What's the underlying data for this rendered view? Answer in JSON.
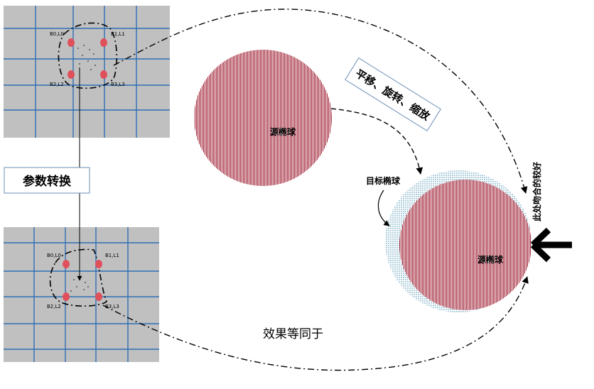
{
  "top_panel": {
    "points": [
      {
        "label": "B0,L0"
      },
      {
        "label": "B1,L1"
      },
      {
        "label": "B2,L2"
      },
      {
        "label": "B3,L3"
      }
    ]
  },
  "bottom_panel": {
    "points": [
      {
        "label": "B0,L0"
      },
      {
        "label": "B1,L1"
      },
      {
        "label": "B2,L2"
      },
      {
        "label": "B3,L3"
      }
    ]
  },
  "param_box": {
    "label": "参数转换"
  },
  "transform_box": {
    "label": "平移、旋转、缩放"
  },
  "source_ellipsoid": {
    "label": "源椭球"
  },
  "source_ellipsoid_2": {
    "label": "源椭球"
  },
  "target_ellipsoid": {
    "label": "目标椭球"
  },
  "fit_note": {
    "label": "此处吻合的较好"
  },
  "equivalence": {
    "label": "效果等同于"
  },
  "colors": {
    "panel_bg": "#c0c0c0",
    "grid": "#2e6fb5",
    "point": "#e0505a",
    "ellipsoid_fill": "#f4dde0",
    "ellipsoid_stripe": "#9b1a2e",
    "target_fill": "#b9dbe8",
    "box_border": "#6a8fb5"
  }
}
